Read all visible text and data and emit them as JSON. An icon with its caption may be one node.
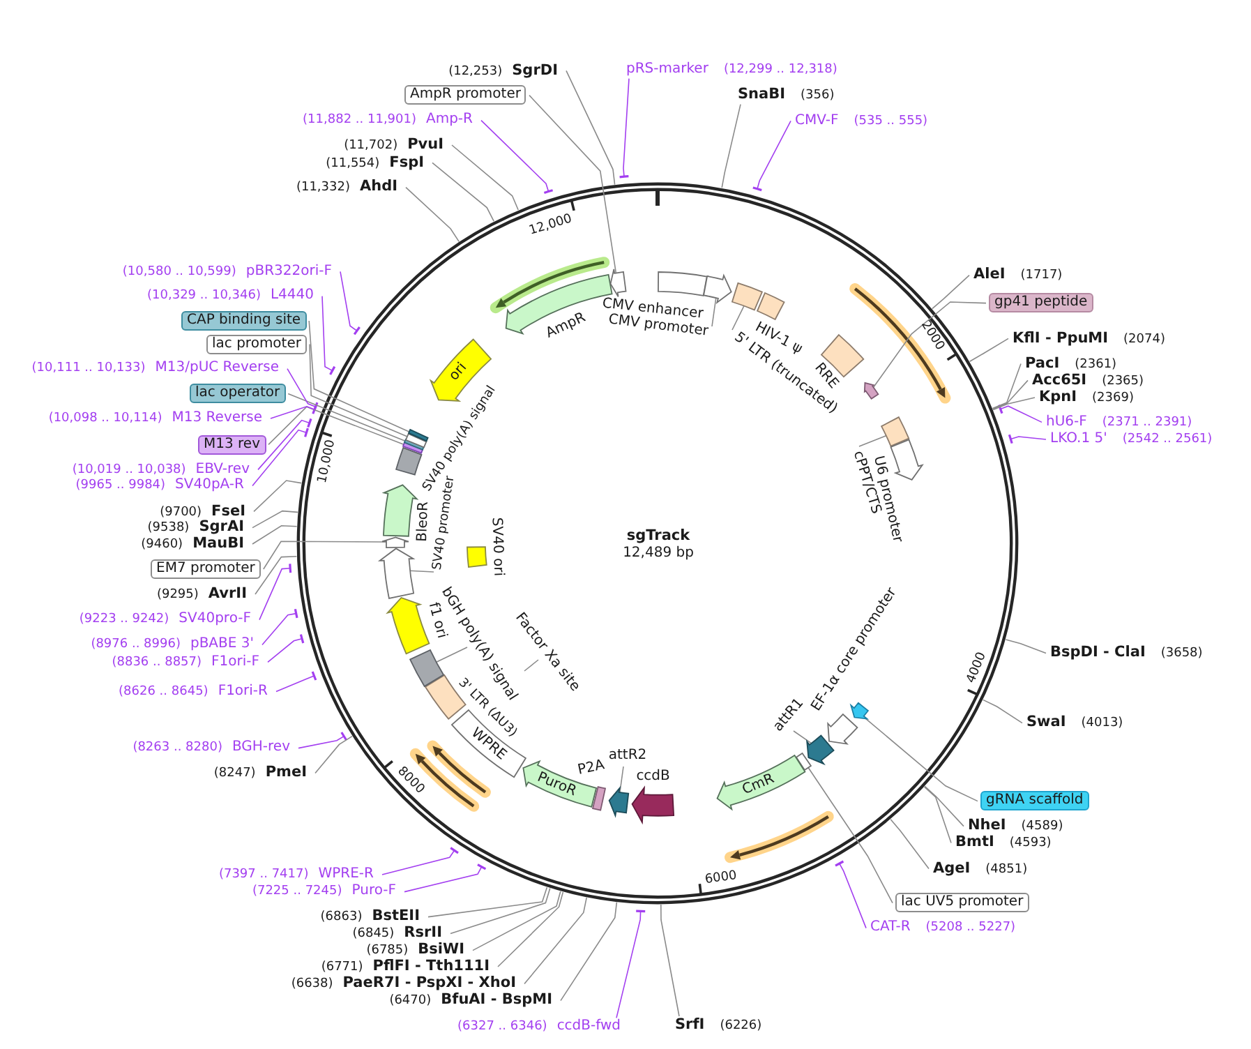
{
  "diagram": {
    "title": "sgTrack",
    "nodes": [
      {
        "text": [
          "pRS-marker",
          "(12,299 .. 12,318)"
        ]
      },
      {
        "text": [
          "SnaBI",
          "(356)"
        ]
      },
      {
        "text": [
          "CMV-F",
          "(535 .. 555)"
        ]
      },
      {
        "text": [
          "AleI",
          "(1717)"
        ]
      },
      {
        "text": [
          "gp41 peptide"
        ]
      },
      {
        "text": [
          "KflI - PpuMI",
          "(2074)"
        ]
      },
      {
        "text": [
          "PacI",
          "(2361)"
        ]
      },
      {
        "text": [
          "Acc65I",
          "(2365)"
        ]
      },
      {
        "text": [
          "KpnI",
          "(2369)"
        ]
      },
      {
        "text": [
          "hU6-F",
          "(2371 .. 2391)"
        ]
      },
      {
        "text": [
          "LKO.1 5'",
          "(2542 .. 2561)"
        ]
      },
      {
        "text": [
          "BspDI - ClaI",
          "(3658)"
        ]
      },
      {
        "text": [
          "SwaI",
          "(4013)"
        ]
      },
      {
        "text": [
          "gRNA scaffold"
        ]
      },
      {
        "text": [
          "NheI",
          "(4589)"
        ]
      },
      {
        "text": [
          "BmtI",
          "(4593)"
        ]
      },
      {
        "text": [
          "AgeI",
          "(4851)"
        ]
      },
      {
        "text": [
          "lac UV5 promoter"
        ]
      },
      {
        "text": [
          "CAT-R",
          "(5208 .. 5227)"
        ]
      },
      {
        "text": [
          "SrfI",
          "(6226)"
        ]
      },
      {
        "text": [
          "(6327 .. 6346)",
          "ccdB-fwd"
        ]
      },
      {
        "text": [
          "(6470)",
          "BfuAI - BspMI"
        ]
      },
      {
        "text": [
          "(6638)",
          "PaeR7I - PspXI - XhoI"
        ]
      },
      {
        "text": [
          "(6771)",
          "PflFI - Tth111I"
        ]
      },
      {
        "text": [
          "(6785)",
          "BsiWI"
        ]
      },
      {
        "text": [
          "(6845)",
          "RsrII"
        ]
      },
      {
        "text": [
          "(6863)",
          "BstEII"
        ]
      },
      {
        "text": [
          "(7225 .. 7245)",
          "Puro-F"
        ]
      },
      {
        "text": [
          "(7397 .. 7417)",
          "WPRE-R"
        ]
      },
      {
        "text": [
          "(8247)",
          "PmeI"
        ]
      },
      {
        "text": [
          "(8263 .. 8280)",
          "BGH-rev"
        ]
      },
      {
        "text": [
          "(8626 .. 8645)",
          "F1ori-R"
        ]
      },
      {
        "text": [
          "(8836 .. 8857)",
          "F1ori-F"
        ]
      },
      {
        "text": [
          "(8976 .. 8996)",
          "pBABE 3'"
        ]
      },
      {
        "text": [
          "(9223 .. 9242)",
          "SV40pro-F"
        ]
      },
      {
        "text": [
          "(9295)",
          "AvrII"
        ]
      },
      {
        "text": [
          "EM7 promoter"
        ]
      },
      {
        "text": [
          "(9460)",
          "MauBI"
        ]
      },
      {
        "text": [
          "(9538)",
          "SgrAI"
        ]
      },
      {
        "text": [
          "(9700)",
          "FseI"
        ]
      },
      {
        "text": [
          "(9965 .. 9984)",
          "SV40pA-R"
        ]
      },
      {
        "text": [
          "(10,019 .. 10,038)",
          "EBV-rev"
        ]
      },
      {
        "text": [
          "M13 rev"
        ]
      },
      {
        "text": [
          "(10,098 .. 10,114)",
          "M13 Reverse"
        ]
      },
      {
        "text": [
          "lac operator"
        ]
      },
      {
        "text": [
          "(10,111 .. 10,133)",
          "M13/pUC Reverse"
        ]
      },
      {
        "text": [
          "lac promoter"
        ]
      },
      {
        "text": [
          "CAP binding site"
        ]
      },
      {
        "text": [
          "(10,329 .. 10,346)",
          "L4440"
        ]
      },
      {
        "text": [
          "(10,580 .. 10,599)",
          "pBR322ori-F"
        ]
      },
      {
        "text": [
          "(11,332)",
          "AhdI"
        ]
      },
      {
        "text": [
          "(11,554)",
          "FspI"
        ]
      },
      {
        "text": [
          "(11,702)",
          "PvuI"
        ]
      },
      {
        "text": [
          "(11,882 .. 11,901)",
          "Amp-R"
        ]
      },
      {
        "text": [
          "AmpR promoter"
        ]
      },
      {
        "text": [
          "(12,253)",
          "SgrDI"
        ]
      },
      {
        "text": [],
        "shape": "box",
        "beside": [
          "CMV enhancer"
        ]
      },
      {
        "text": [],
        "shape": "arrow"
      },
      {
        "text": [
          "CMV promoter"
        ]
      },
      {
        "text": [],
        "shape": "box"
      },
      {
        "text": [
          "5' LTR (truncated)"
        ]
      },
      {
        "text": [],
        "shape": "box",
        "beside": [
          "HIV-1 ψ"
        ]
      },
      {
        "text": [],
        "shape": "box",
        "beside": [
          "RRE"
        ]
      },
      {
        "text": [],
        "shape": "arrow"
      },
      {
        "text": [],
        "shape": "box"
      },
      {
        "text": [
          "cPPT/CTS"
        ]
      },
      {
        "text": [],
        "shape": "arrow",
        "beside": [
          "U6 promoter"
        ]
      },
      {
        "text": [],
        "shape": "arrow"
      },
      {
        "text": [],
        "shape": "arrow",
        "beside": [
          "EF-1α core promoter"
        ]
      },
      {
        "text": [],
        "shape": "arrow"
      },
      {
        "text": [
          "attR1"
        ]
      },
      {
        "text": [],
        "shape": "bar"
      },
      {
        "text": [
          "CmR"
        ]
      },
      {
        "text": [],
        "shape": "arrow",
        "beside": [
          "ccdB"
        ]
      },
      {
        "text": [],
        "shape": "arrow"
      },
      {
        "text": [
          "attR2"
        ]
      },
      {
        "text": [],
        "shape": "bar"
      },
      {
        "text": [
          "PuroR"
        ]
      },
      {
        "text": [
          "WPRE"
        ]
      },
      {
        "text": [],
        "shape": "box",
        "beside": [
          "3' LTR (ΔU3)"
        ]
      },
      {
        "text": [],
        "shape": "box"
      },
      {
        "text": [
          "bGH poly(A) signal"
        ]
      },
      {
        "text": [],
        "shape": "arrow",
        "beside": [
          "f1 ori"
        ]
      },
      {
        "text": [],
        "shape": "arrow"
      },
      {
        "text": [
          "SV40 promoter"
        ]
      },
      {
        "text": [],
        "shape": "arrow"
      },
      {
        "text": [],
        "shape": "arrow",
        "beside": [
          "BleoR"
        ]
      },
      {
        "text": [],
        "shape": "box"
      },
      {
        "text": [],
        "shape": "bar"
      },
      {
        "text": [],
        "shape": "bar"
      },
      {
        "text": [],
        "shape": "bar"
      },
      {
        "text": [],
        "shape": "bar"
      },
      {
        "text": [
          "ori"
        ]
      },
      {
        "text": [],
        "shape": "arrow",
        "beside": [
          "AmpR"
        ]
      },
      {
        "text": [],
        "shape": "arrow"
      },
      {
        "text": [],
        "shape": "box",
        "beside": [
          "SV40 ori"
        ]
      },
      {
        "text": [
          "Factor Xa site"
        ]
      }
    ],
    "edges": [
      {
        "from": 0,
        "to": null,
        "arrow": "none",
        "color": "#a33ff0"
      },
      {
        "from": 1,
        "to": null,
        "arrow": "none"
      },
      {
        "from": 2,
        "to": null,
        "arrow": "none",
        "color": "#a33ff0"
      },
      {
        "from": 3,
        "to": null,
        "arrow": "none"
      },
      {
        "from": 4,
        "to": 63,
        "arrow": "none"
      },
      {
        "from": 5,
        "to": null,
        "arrow": "none"
      },
      {
        "from": 6,
        "to": null,
        "arrow": "none"
      },
      {
        "from": 7,
        "to": null,
        "arrow": "none"
      },
      {
        "from": 8,
        "to": null,
        "arrow": "none"
      },
      {
        "from": 9,
        "to": null,
        "arrow": "none",
        "color": "#a33ff0"
      },
      {
        "from": 10,
        "to": null,
        "arrow": "none",
        "color": "#a33ff0"
      },
      {
        "from": 11,
        "to": null,
        "arrow": "none"
      },
      {
        "from": 12,
        "to": null,
        "arrow": "none"
      },
      {
        "from": 13,
        "to": 67,
        "arrow": "none"
      },
      {
        "from": 14,
        "to": null,
        "arrow": "none"
      },
      {
        "from": 15,
        "to": null,
        "arrow": "none"
      },
      {
        "from": 16,
        "to": null,
        "arrow": "none"
      },
      {
        "from": 17,
        "to": 71,
        "arrow": "none"
      },
      {
        "from": 18,
        "to": null,
        "arrow": "none",
        "color": "#a33ff0"
      },
      {
        "from": 19,
        "to": null,
        "arrow": "none"
      },
      {
        "from": 20,
        "to": null,
        "arrow": "none",
        "color": "#a33ff0"
      },
      {
        "from": 21,
        "to": null,
        "arrow": "none"
      },
      {
        "from": 22,
        "to": null,
        "arrow": "none"
      },
      {
        "from": 23,
        "to": null,
        "arrow": "none"
      },
      {
        "from": 24,
        "to": null,
        "arrow": "none"
      },
      {
        "from": 25,
        "to": null,
        "arrow": "none"
      },
      {
        "from": 26,
        "to": null,
        "arrow": "none"
      },
      {
        "from": 27,
        "to": null,
        "arrow": "none",
        "color": "#a33ff0"
      },
      {
        "from": 28,
        "to": null,
        "arrow": "none",
        "color": "#a33ff0"
      },
      {
        "from": 29,
        "to": null,
        "arrow": "none"
      },
      {
        "from": 30,
        "to": null,
        "arrow": "none",
        "color": "#a33ff0"
      },
      {
        "from": 31,
        "to": null,
        "arrow": "none",
        "color": "#a33ff0"
      },
      {
        "from": 32,
        "to": null,
        "arrow": "none",
        "color": "#a33ff0"
      },
      {
        "from": 33,
        "to": null,
        "arrow": "none",
        "color": "#a33ff0"
      },
      {
        "from": 34,
        "to": null,
        "arrow": "none",
        "color": "#a33ff0"
      },
      {
        "from": 35,
        "to": null,
        "arrow": "none"
      },
      {
        "from": 36,
        "to": 85,
        "arrow": "none"
      },
      {
        "from": 37,
        "to": null,
        "arrow": "none"
      },
      {
        "from": 38,
        "to": null,
        "arrow": "none"
      },
      {
        "from": 39,
        "to": null,
        "arrow": "none"
      },
      {
        "from": 40,
        "to": null,
        "arrow": "none",
        "color": "#a33ff0"
      },
      {
        "from": 41,
        "to": null,
        "arrow": "none",
        "color": "#a33ff0"
      },
      {
        "from": 42,
        "to": 88,
        "arrow": "none"
      },
      {
        "from": 43,
        "to": null,
        "arrow": "none",
        "color": "#a33ff0"
      },
      {
        "from": 44,
        "to": 89,
        "arrow": "none"
      },
      {
        "from": 45,
        "to": null,
        "arrow": "none",
        "color": "#a33ff0"
      },
      {
        "from": 46,
        "to": 90,
        "arrow": "none"
      },
      {
        "from": 47,
        "to": 91,
        "arrow": "none"
      },
      {
        "from": 48,
        "to": null,
        "arrow": "none",
        "color": "#a33ff0"
      },
      {
        "from": 49,
        "to": null,
        "arrow": "none",
        "color": "#a33ff0"
      },
      {
        "from": 50,
        "to": null,
        "arrow": "none"
      },
      {
        "from": 51,
        "to": null,
        "arrow": "none"
      },
      {
        "from": 52,
        "to": null,
        "arrow": "none"
      },
      {
        "from": 53,
        "to": null,
        "arrow": "none",
        "color": "#a33ff0"
      },
      {
        "from": 54,
        "to": 94,
        "arrow": "none"
      },
      {
        "from": 55,
        "to": null,
        "arrow": "none"
      },
      {
        "from": 58,
        "to": 57,
        "arrow": "none"
      },
      {
        "from": 60,
        "to": 59,
        "arrow": "none"
      },
      {
        "from": 65,
        "to": 64,
        "arrow": "none"
      },
      {
        "from": 70,
        "to": 69,
        "arrow": "none"
      },
      {
        "from": 75,
        "to": 74,
        "arrow": "none"
      },
      {
        "from": 81,
        "to": 80,
        "arrow": "none"
      },
      {
        "from": 84,
        "to": 83,
        "arrow": "none"
      },
      {
        "from": 96,
        "to": null,
        "arrow": "none"
      }
    ],
    "labels": [
      "2000",
      "4000",
      "6000",
      "8000",
      "10,000",
      "12,000",
      "12,489 bp",
      "P2A",
      "SV40 poly(A) signal"
    ]
  }
}
